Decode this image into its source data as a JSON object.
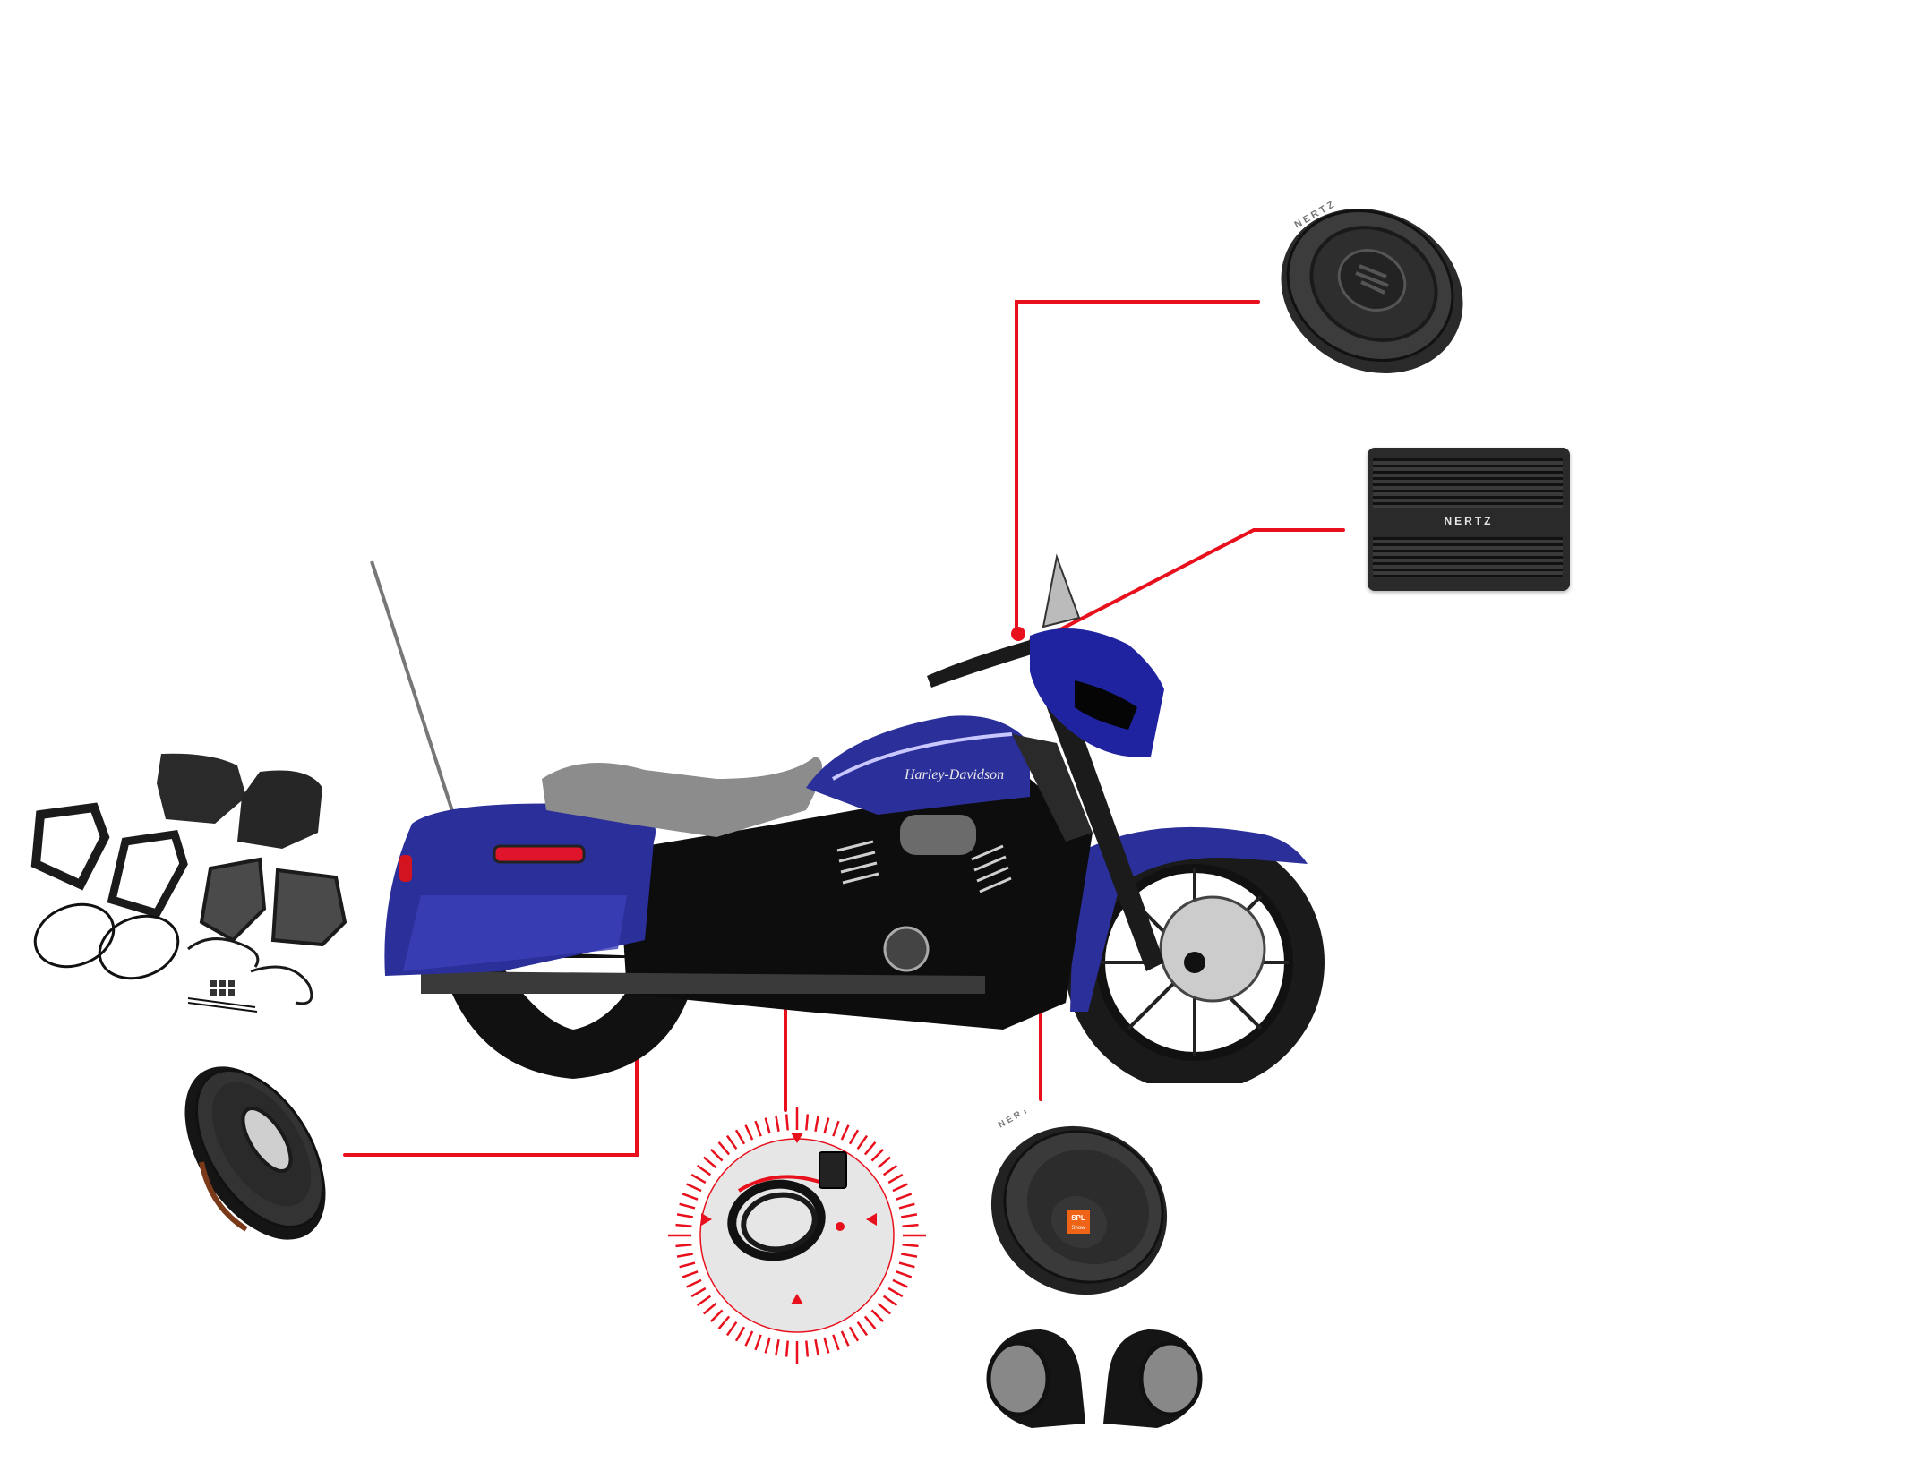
{
  "diagram": {
    "subject": "Touring motorcycle audio upgrade kit",
    "accent_color": "#e8101c",
    "bike_colors": {
      "body": "#2b2f9a",
      "highlight": "#7d80e0",
      "dark": "#0b0b0b",
      "chrome": "#9a9a9a"
    },
    "bike_tank_logo": "Harley-Davidson",
    "components": [
      {
        "id": "fairing-coaxial-speaker",
        "label": "Coaxial speaker",
        "brand": "NERTZ",
        "position": "top-right"
      },
      {
        "id": "amplifier",
        "label": "Amplifier",
        "brand": "NERTZ",
        "position": "right"
      },
      {
        "id": "saddlebag-speaker-kit",
        "label": "Saddlebag lid & speaker adapter kit",
        "position": "left"
      },
      {
        "id": "saddlebag-6x9-speaker",
        "label": "6x9 coaxial speaker",
        "position": "bottom-left"
      },
      {
        "id": "wiring-harness",
        "label": "Wiring harness",
        "position": "bottom-center"
      },
      {
        "id": "lower-fairing-speaker",
        "label": "Midrange speaker",
        "brand": "NERTZ",
        "badge": "SPL Show",
        "position": "bottom-right"
      },
      {
        "id": "lower-fairing-pods",
        "label": "Lower fairing speaker pods",
        "position": "bottom-right"
      }
    ],
    "callouts": [
      {
        "from": "fairing-coaxial-speaker",
        "dot": [
          1137,
          708
        ]
      },
      {
        "from": "amplifier",
        "dot": [
          1157,
          717
        ]
      },
      {
        "from": "saddlebag-6x9-speaker",
        "dot": [
          711,
          918
        ]
      },
      {
        "from": "wiring-harness",
        "dot": [
          877,
          933
        ]
      },
      {
        "from": "lower-fairing-speaker",
        "dot": [
          1162,
          918
        ]
      }
    ]
  },
  "labels": {
    "amp_brand": "NERTZ",
    "speaker_brand": "NERTZ",
    "spl_badge_top": "SPL",
    "spl_badge_bottom": "Show"
  }
}
